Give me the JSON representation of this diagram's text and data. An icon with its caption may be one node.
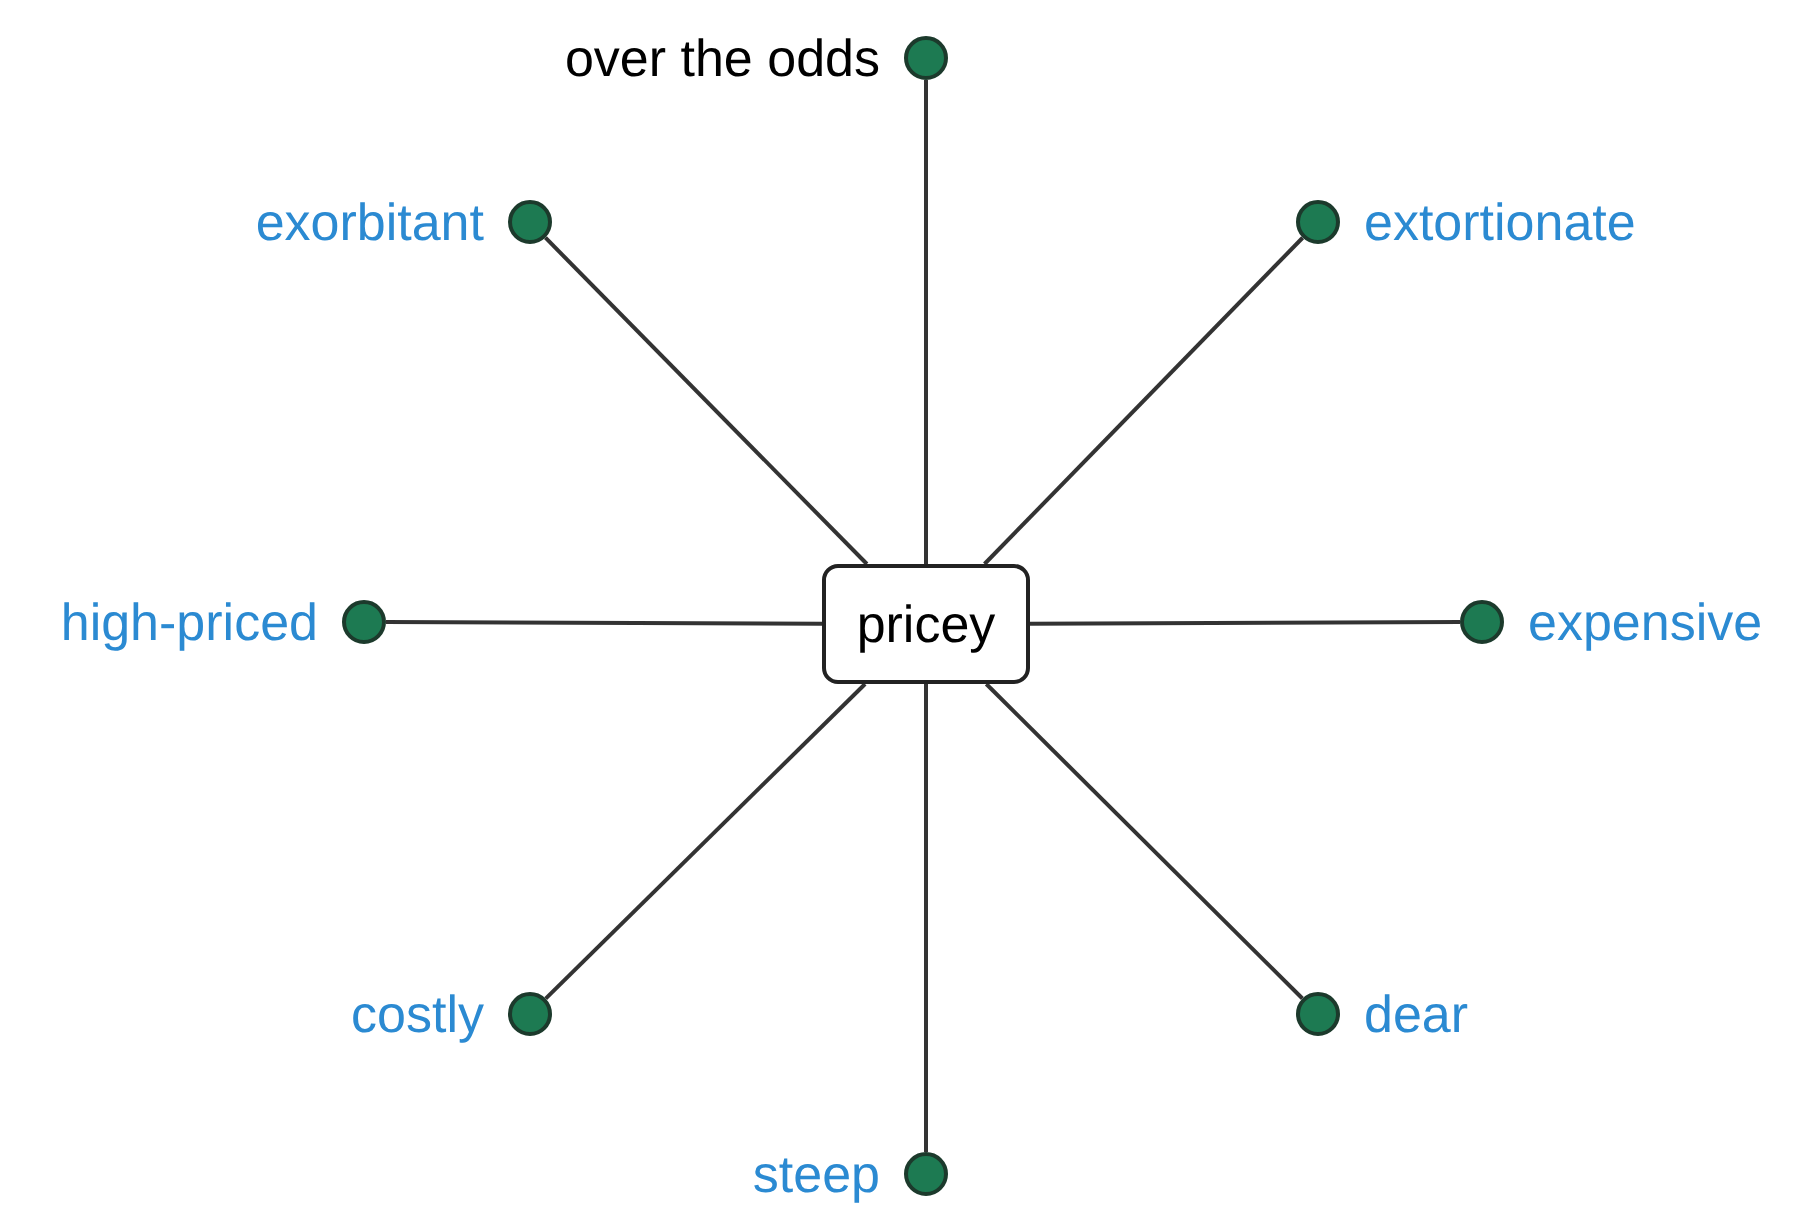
{
  "diagram": {
    "nodes": [
      {
        "text": [
          "pricey"
        ]
      },
      {
        "text": [
          "over the odds"
        ]
      },
      {
        "text": [
          "exorbitant"
        ]
      },
      {
        "text": [
          "extortionate"
        ]
      },
      {
        "text": [
          "high-priced"
        ]
      },
      {
        "text": [
          "expensive"
        ]
      },
      {
        "text": [
          "costly"
        ]
      },
      {
        "text": [
          "dear"
        ]
      },
      {
        "text": [
          "steep"
        ]
      }
    ],
    "edges": [
      {
        "from": 0,
        "to": 1,
        "arrow": "none"
      },
      {
        "from": 0,
        "to": 2,
        "arrow": "none"
      },
      {
        "from": 0,
        "to": 3,
        "arrow": "none"
      },
      {
        "from": 0,
        "to": 4,
        "arrow": "none"
      },
      {
        "from": 0,
        "to": 5,
        "arrow": "none"
      },
      {
        "from": 0,
        "to": 6,
        "arrow": "none"
      },
      {
        "from": 0,
        "to": 7,
        "arrow": "none"
      },
      {
        "from": 0,
        "to": 8,
        "arrow": "none"
      }
    ]
  }
}
